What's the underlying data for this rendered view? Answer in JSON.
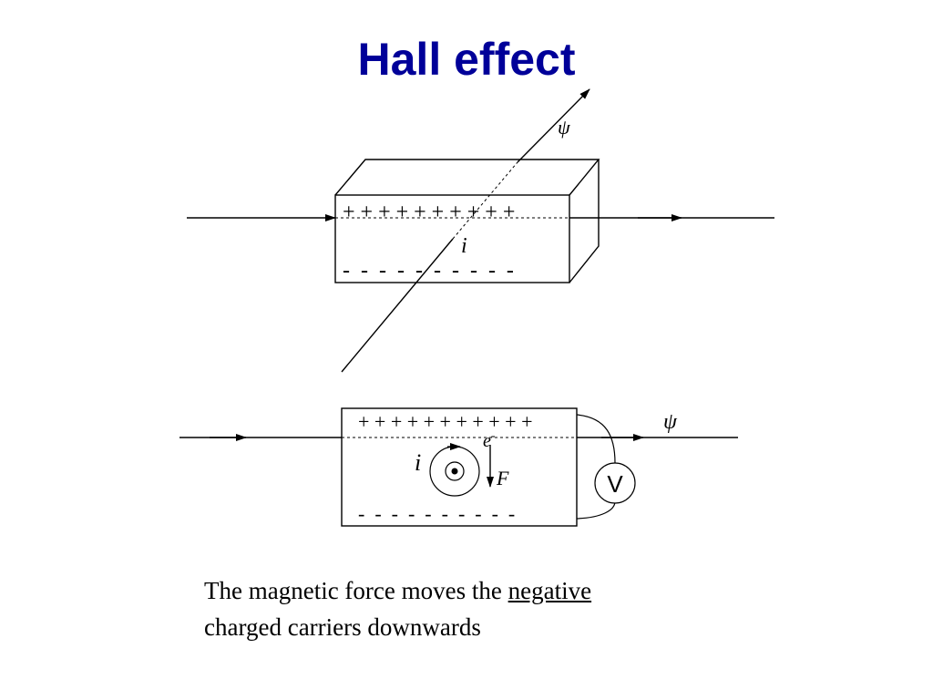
{
  "slide": {
    "title": "Hall effect"
  },
  "diagram_top": {
    "field_label": "ψ",
    "current_label": "i",
    "plus_row": "+ + + + + + + + + +",
    "minus_row": "-  -  -  -  -  -  -  -  -  -"
  },
  "diagram_bottom": {
    "field_label": "ψ",
    "current_label": "i",
    "carrier_label": "e",
    "carrier_superscript": "-",
    "force_label": "F",
    "voltmeter_label": "V",
    "plus_row": "+ + + + + + + + + + +",
    "minus_row": "-  -  -  -  -  -  -  -  -  -"
  },
  "caption": {
    "text_before": "The magnetic force moves the ",
    "emphasis": "negative",
    "text_after": "charged carriers downwards"
  },
  "colors": {
    "title": "#000099",
    "lines": "#000000"
  }
}
